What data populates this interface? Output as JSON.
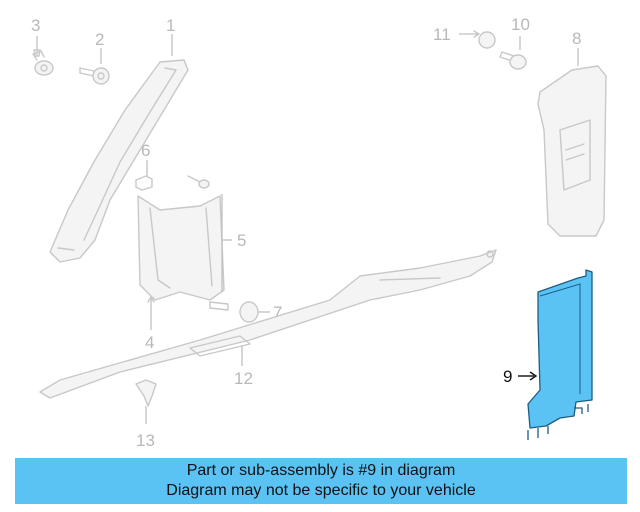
{
  "diagram": {
    "callouts": {
      "c1": "1",
      "c2": "2",
      "c3": "3",
      "c4": "4",
      "c5": "5",
      "c6": "6",
      "c7": "7",
      "c8": "8",
      "c9": "9",
      "c10": "10",
      "c11": "11",
      "c12": "12",
      "c13": "13"
    },
    "highlight_color": "#5bc2f4",
    "outline_color": "#c8c8c8"
  },
  "banner": {
    "line1": "Part or sub-assembly is #9 in diagram",
    "line2": "Diagram may not be specific to your vehicle"
  }
}
